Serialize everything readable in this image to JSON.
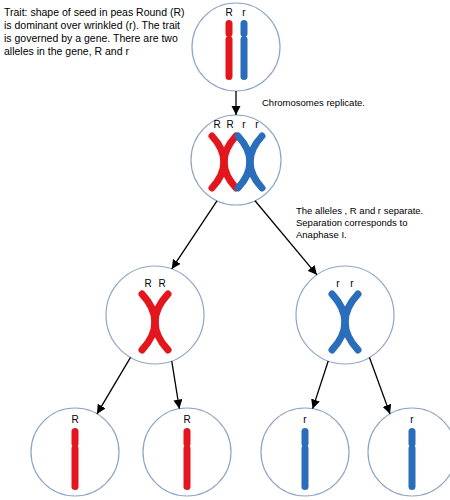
{
  "diagram": {
    "nodes": [
      {
        "text": [
          "R",
          "r"
        ]
      },
      {
        "text": [
          "R",
          "R",
          "r",
          "r"
        ]
      },
      {
        "text": [
          "R",
          "R"
        ]
      },
      {
        "text": [
          "r",
          "r"
        ]
      },
      {
        "text": [
          "R"
        ]
      },
      {
        "text": [
          "R"
        ]
      },
      {
        "text": [
          "r"
        ]
      },
      {
        "text": [
          "r"
        ]
      }
    ],
    "edges": [
      {
        "from": 0,
        "to": 1,
        "arrow": "to"
      },
      {
        "from": 1,
        "to": 2,
        "arrow": "to"
      },
      {
        "from": 1,
        "to": 3,
        "arrow": "to"
      },
      {
        "from": 2,
        "to": 4,
        "arrow": "to"
      },
      {
        "from": 2,
        "to": 5,
        "arrow": "to"
      },
      {
        "from": 3,
        "to": 6,
        "arrow": "to"
      },
      {
        "from": 3,
        "to": 7,
        "arrow": "to"
      }
    ],
    "labels": [
      "Trait: shape of seed in peas Round (R) is dominant over wrinkled (r). The trait is governed by a gene. There are two alleles in the gene, R and r",
      "Chromosomes replicate.",
      "The alleles , R and r separate. Separation corresponds to Anaphase I."
    ]
  }
}
